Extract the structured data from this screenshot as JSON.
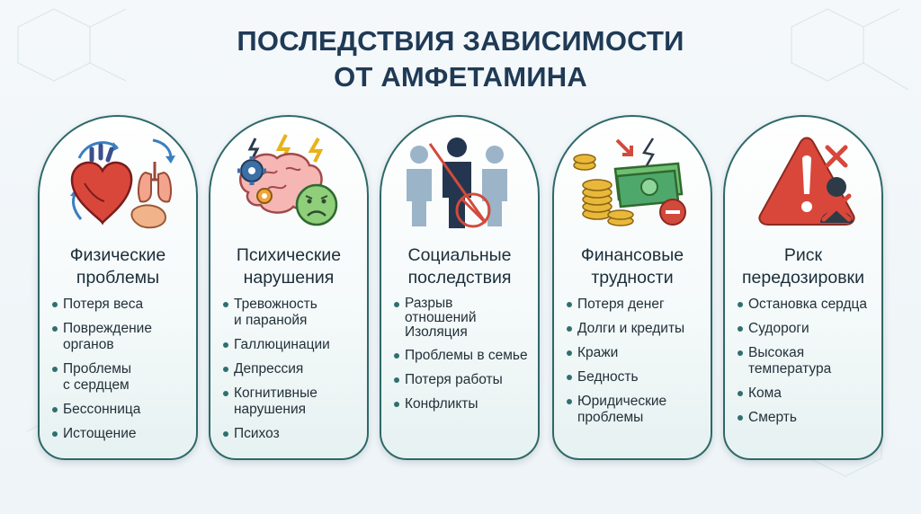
{
  "title": {
    "line1": "ПОСЛЕДСТВИЯ ЗАВИСИМОСТИ",
    "line2": "ОТ АМФЕТАМИНА"
  },
  "colors": {
    "title": "#1f3a55",
    "card_border": "#2f6868",
    "bullet": "#2f6f70",
    "text": "#22313a"
  },
  "cards": [
    {
      "icon": "heart-organs-icon",
      "title": [
        "Физические",
        "проблемы"
      ],
      "items": [
        [
          "Потеря веса"
        ],
        [
          "Повреждение",
          "органов"
        ],
        [
          "Проблемы",
          "с сердцем"
        ],
        [
          "Бессонница"
        ],
        [
          "Истощение"
        ]
      ]
    },
    {
      "icon": "brain-gears-icon",
      "title": [
        "Психические",
        "нарушения"
      ],
      "items": [
        [
          "Тревожность",
          "и паранойя"
        ],
        [
          "Галлюцинации"
        ],
        [
          "Депрессия"
        ],
        [
          "Когнитивные",
          "нарушения"
        ],
        [
          "Психоз"
        ]
      ]
    },
    {
      "icon": "broken-relationships-icon",
      "title": [
        "Социальные",
        "последствия"
      ],
      "items": [
        [
          "Разрыв",
          "отношений",
          "Изоляция"
        ],
        [
          "Проблемы в семье"
        ],
        [
          "Потеря работы"
        ],
        [
          "Конфликты"
        ]
      ]
    },
    {
      "icon": "money-loss-icon",
      "title": [
        "Финансовые",
        "трудности"
      ],
      "items": [
        [
          "Потеря денег"
        ],
        [
          "Долги и кредиты"
        ],
        [
          "Кражи"
        ],
        [
          "Бедность"
        ],
        [
          "Юридические",
          "проблемы"
        ]
      ]
    },
    {
      "icon": "overdose-warning-icon",
      "title": [
        "Риск",
        "передозировки"
      ],
      "items": [
        [
          "Остановка сердца"
        ],
        [
          "Судороги"
        ],
        [
          "Высокая",
          "температура"
        ],
        [
          "Кома"
        ],
        [
          "Смерть"
        ]
      ]
    }
  ]
}
